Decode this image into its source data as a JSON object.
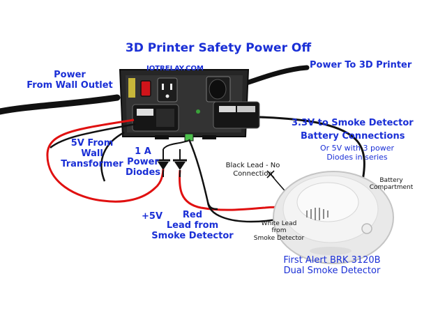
{
  "title": "3D Printer Safety Power Off",
  "site": "IOTRELAY.COM",
  "labels": {
    "power_to_printer": "Power To 3D Printer",
    "power_from_outlet_l1": "Power",
    "power_from_outlet_l2": "From Wall Outlet",
    "v5_from_l1": "5V From",
    "v5_from_l2": "Wall",
    "v5_from_l3": "Transformer",
    "diodes_l1": "1 A",
    "diodes_l2": "Power",
    "diodes_l3": "Diodes",
    "v33_smoke": "3.3V to Smoke Detector",
    "battery_connections": "Battery Connections",
    "or_5v_l1": "Or 5V with 3 power",
    "or_5v_l2": "Diodes in series",
    "black_lead_l1": "Black Lead - No",
    "black_lead_l2": "Connection",
    "battery_comp_l1": "Battery",
    "battery_comp_l2": "Compartment",
    "plus_5v": "+5V",
    "red_lead_l1": "Red",
    "red_lead_l2": "Lead from",
    "red_lead_l3": "Smoke Detector",
    "white_lead_l1": "White Lead",
    "white_lead_l2": "from",
    "white_lead_l3": "Smoke Detector",
    "detector_l1": "First Alert BRK 3120B",
    "detector_l2": "Dual Smoke Detector"
  },
  "colors": {
    "label_blue": "#1a2fd6",
    "wire_red": "#e01010",
    "wire_black": "#111111",
    "relay_body": "#2a2a2a",
    "switch_red": "#d0141a"
  }
}
